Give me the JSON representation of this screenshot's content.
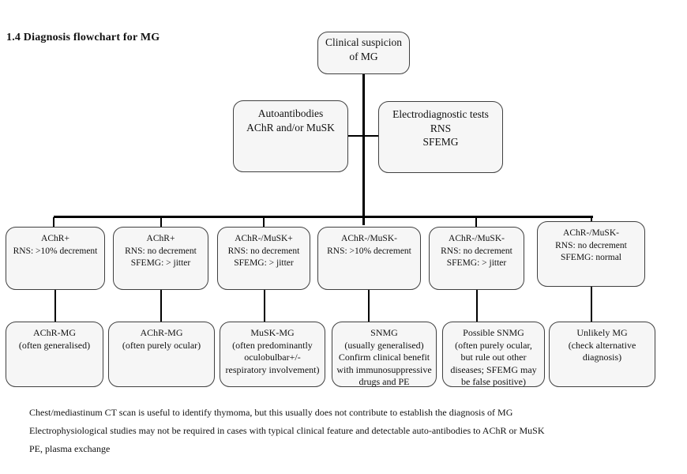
{
  "page": {
    "title": "1.4 Diagnosis flowchart for MG"
  },
  "flowchart": {
    "root": {
      "text": "Clinical suspicion\nof MG"
    },
    "tests": [
      {
        "text": "Autoantibodies\nAChR and/or MuSK"
      },
      {
        "text": "Electrodiagnostic tests\nRNS\nSFEMG"
      }
    ],
    "conditions": [
      {
        "text": "AChR+\nRNS: >10% decrement"
      },
      {
        "text": "AChR+\nRNS: no decrement\nSFEMG: > jitter"
      },
      {
        "text": "AChR-/MuSK+\nRNS: no decrement\nSFEMG: > jitter"
      },
      {
        "text": "AChR-/MuSK-\nRNS: >10% decrement"
      },
      {
        "text": "AChR-/MuSK-\nRNS: no decrement\nSFEMG: > jitter"
      },
      {
        "text": "AChR-/MuSK-\nRNS: no decrement\nSFEMG: normal"
      }
    ],
    "outcomes": [
      {
        "text": "AChR-MG\n(often generalised)"
      },
      {
        "text": "AChR-MG\n(often purely ocular)"
      },
      {
        "text": "MuSK-MG\n(often predominantly\noculobulbar+/-\nrespiratory involvement)"
      },
      {
        "text": "SNMG\n(usually generalised)\nConfirm clinical benefit\nwith immunosuppressive\ndrugs and PE"
      },
      {
        "text": "Possible SNMG\n(often purely ocular,\nbut rule out other\ndiseases; SFEMG may\nbe false positive)"
      },
      {
        "text": "Unlikely MG\n(check alternative\ndiagnosis)"
      }
    ]
  },
  "footnotes": [
    "Chest/mediastinum CT scan is useful to identify thymoma, but this usually does not contribute to establish the diagnosis of MG",
    "Electrophysiological studies may not be required in cases with typical clinical feature and detectable auto-antibodies to AChR or MuSK",
    "PE, plasma exchange"
  ],
  "colors": {
    "box_fill": "#f6f6f6",
    "box_border": "#404040",
    "line": "#000000"
  }
}
